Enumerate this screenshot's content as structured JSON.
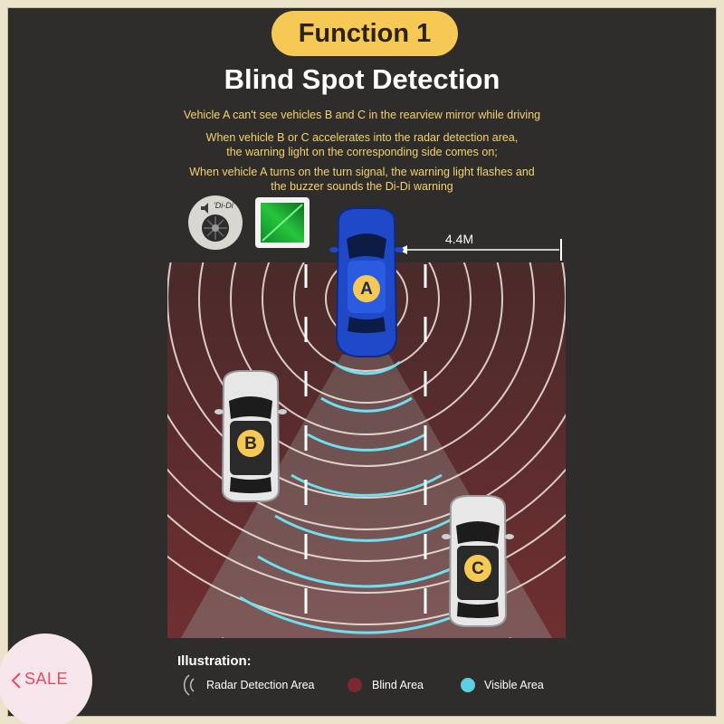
{
  "header": {
    "badge": "Function 1",
    "title": "Blind Spot Detection"
  },
  "descriptions": [
    "Vehicle A can't see vehicles B and C in the rearview mirror while driving",
    "When vehicle B or C accelerates into the radar detection area,",
    "the warning light on the corresponding side comes on;",
    "When vehicle A turns on the turn signal, the warning light flashes and",
    "the buzzer sounds the Di-Di warning"
  ],
  "buzzer_label": "'Di-Di'",
  "distance_label": "4.4M",
  "vehicles": {
    "a": "A",
    "b": "B",
    "c": "C"
  },
  "legend": {
    "title": "Illustration:",
    "radar": "Radar Detection Area",
    "blind": "Blind Area",
    "visible": "Visible Area"
  },
  "sale_badge": "SALE",
  "colors": {
    "badge": "#f6c954",
    "description_text": "#f3d36b",
    "blind_area": "#6e2b2d",
    "visible_area": "#5ccfe0",
    "vehicle_a": "#1f49c9",
    "label_yellow": "#f6c954",
    "sale_red": "#e84860"
  }
}
